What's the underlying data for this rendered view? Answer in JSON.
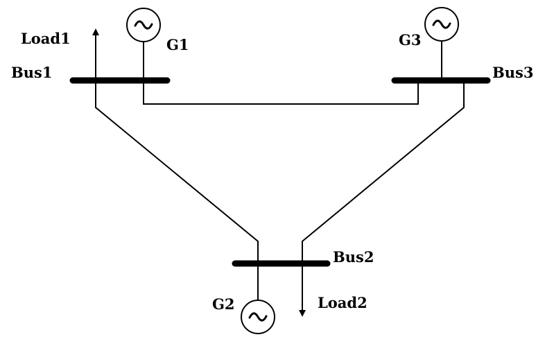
{
  "buses": {
    "bus1": "Bus1",
    "bus2": "Bus2",
    "bus3": "Bus3"
  },
  "generators": {
    "g1": "G1",
    "g2": "G2",
    "g3": "G3"
  },
  "loads": {
    "load1": "Load1",
    "load2": "Load2"
  },
  "icons": {
    "generator": "ac-generator-tilde-icon",
    "load": "arrow-icon"
  }
}
